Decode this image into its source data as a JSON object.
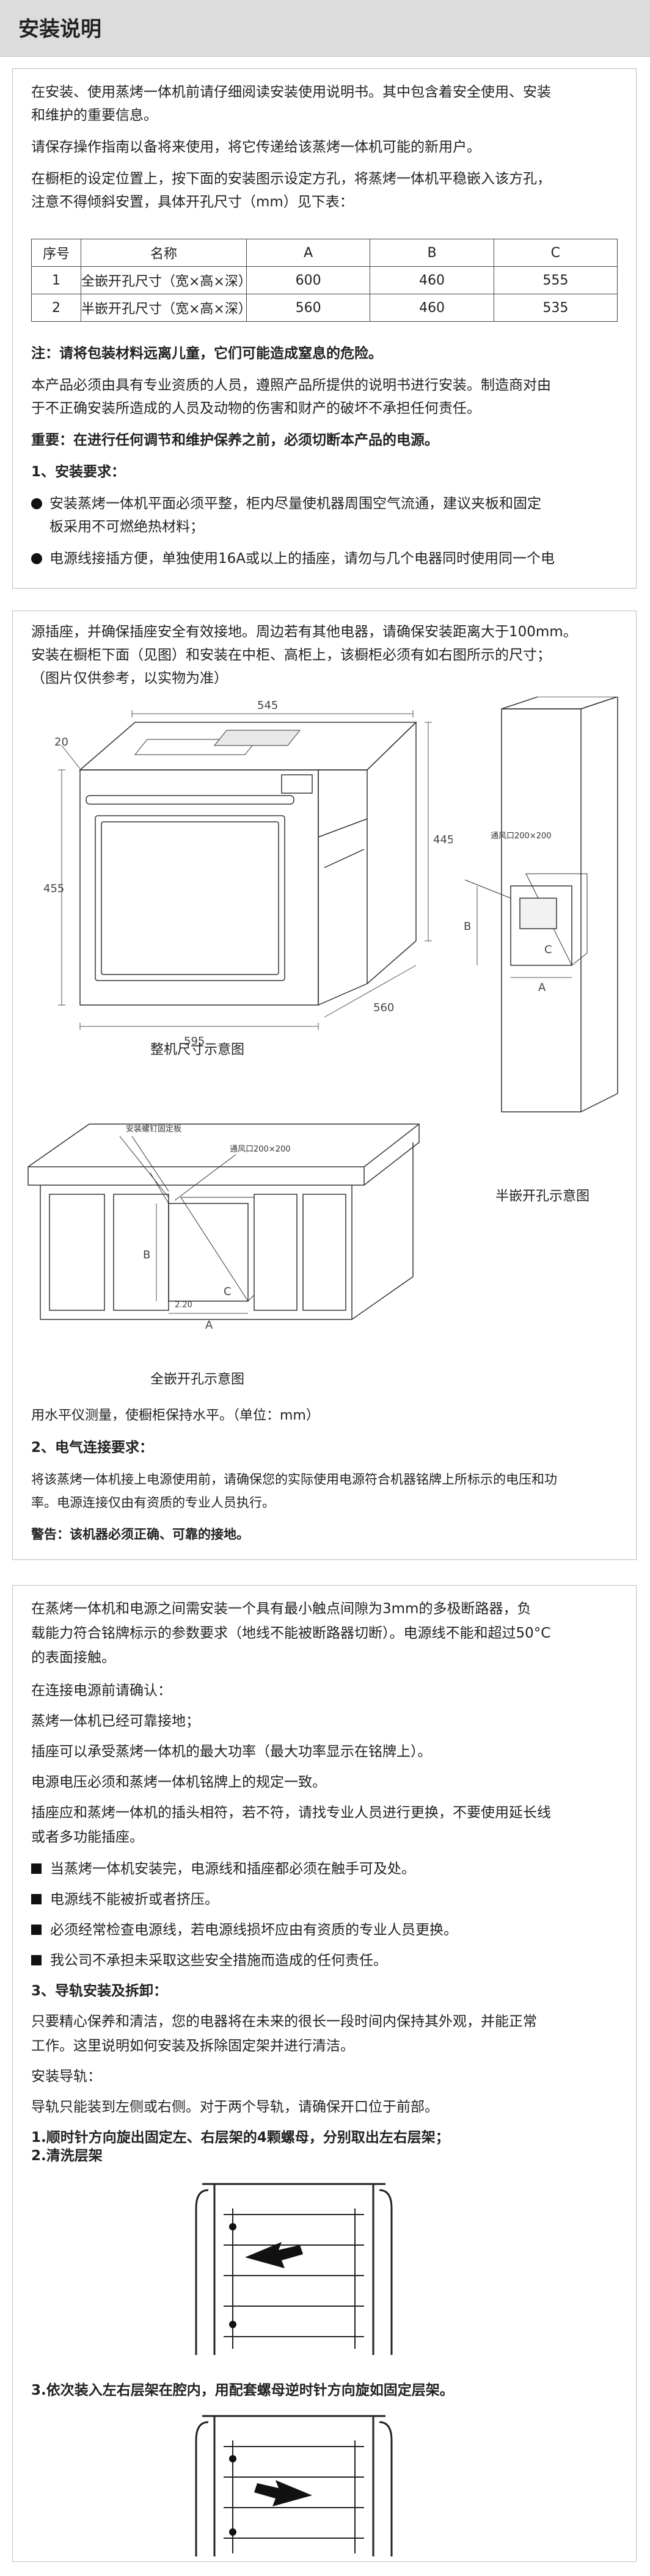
{
  "header": {
    "title": "安装说明"
  },
  "intro": {
    "lines": [
      "在安装、使用蒸烤一体机前请仔细阅读安装使用说明书。其中包含着安全使用、安装",
      "和维护的重要信息。",
      "请保存操作指南以备将来使用，将它传递给该蒸烤一体机可能的新用户。",
      "在橱柜的设定位置上，按下面的安装图示设定方孔，将蒸烤一体机平稳嵌入该方孔，",
      "注意不得倾斜安置，具体开孔尺寸（mm）见下表："
    ]
  },
  "spec_table": {
    "headers": [
      "序号",
      "名称",
      "A",
      "B",
      "C"
    ],
    "rows": [
      [
        "1",
        "全嵌开孔尺寸（宽×高×深）",
        "600",
        "460",
        "555"
      ],
      [
        "2",
        "半嵌开孔尺寸（宽×高×深）",
        "560",
        "460",
        "535"
      ]
    ]
  },
  "notes": {
    "packaging": "注：请将包装材料远离儿童，它们可能造成窒息的危险。",
    "pro_install_1": "本产品必须由具有专业资质的人员，遵照产品所提供的说明书进行安装。制造商对由",
    "pro_install_2": "于不正确安装所造成的人员及动物的伤害和财产的破坏不承担任何责任。",
    "important": "重要：在进行任何调节和维护保养之前，必须切断本产品的电源。"
  },
  "section1": {
    "title": "1、安装要求：",
    "bullet1_line1": "安装蒸烤一体机平面必须平整，柜内尽量使机器周围空气流通，建议夹板和固定",
    "bullet1_line2": "板采用不可燃绝热材料；",
    "bullet2_line1": "电源线接插方便，单独使用16A或以上的插座，请勿与几个电器同时使用同一个电"
  },
  "card2": {
    "line1": "源插座，并确保插座安全有效接地。周边若有其他电器，请确保安装距离大于100mm。",
    "line2": "安装在橱柜下面（见图）和安装在中柜、高柜上，该橱柜必须有如右图所示的尺寸；",
    "line3": "（图片仅供参考，以实物为准）",
    "diagrams": {
      "machine_caption": "整机尺寸示意图",
      "half_caption": "半嵌开孔示意图",
      "full_caption": "全嵌开孔示意图",
      "dim_545": "545",
      "dim_20": "20",
      "dim_455": "455",
      "dim_445": "445",
      "dim_595": "595",
      "dim_560": "560",
      "vent_label": "通风口200×200",
      "bracket_label": "安装螺钉固定板",
      "dim_a": "A",
      "dim_b": "B",
      "dim_c": "C",
      "dim_220": "2.20"
    },
    "level_text": "用水平仪测量，使橱柜保持水平。（单位：mm）",
    "section2_title": "2、电气连接要求：",
    "elec_line1": "将该蒸烤一体机接上电源使用前，请确保您的实际使用电源符合机器铭牌上所标示的电压和功",
    "elec_line2": "率。电源连接仅由有资质的专业人员执行。",
    "warning": "警告：该机器必须正确、可靠的接地。"
  },
  "card3": {
    "p1_line1": "在蒸烤一体机和电源之间需安装一个具有最小触点间隙为3mm的多极断路器，负",
    "p1_line2": "载能力符合铭牌标示的参数要求（地线不能被断路器切断）。电源线不能和超过50°C",
    "p1_line3": "的表面接触。",
    "confirm_title": "在连接电源前请确认：",
    "confirm1": "蒸烤一体机已经可靠接地；",
    "confirm2": "插座可以承受蒸烤一体机的最大功率（最大功率显示在铭牌上）。",
    "confirm3": "电源电压必须和蒸烤一体机铭牌上的规定一致。",
    "confirm4_line1": "插座应和蒸烤一体机的插头相符，若不符，请找专业人员进行更换，不要使用延长线",
    "confirm4_line2": "或者多功能插座。",
    "sq1": "当蒸烤一体机安装完，电源线和插座都必须在触手可及处。",
    "sq2": "电源线不能被折或者挤压。",
    "sq3": "必须经常检查电源线，若电源线损坏应由有资质的专业人员更换。",
    "sq4": "我公司不承担未采取这些安全措施而造成的任何责任。",
    "section3_title": "3、导轨安装及拆卸：",
    "guide_line1": "只要精心保养和清洁，您的电器将在未来的很长一段时间内保持其外观，并能正常",
    "guide_line2": "工作。这里说明如何安装及拆除固定架并进行清洁。",
    "rail_title": "安装导轨：",
    "rail_text": "导轨只能装到左侧或右侧。对于两个导轨，请确保开口位于前部。",
    "step1": "1.顺时针方向旋出固定左、右层架的4颗螺母，分别取出左右层架；",
    "step2": "2.清洗层架",
    "step3": "3.依次装入左右层架在腔内，用配套螺母逆时针方向旋如固定层架。"
  }
}
